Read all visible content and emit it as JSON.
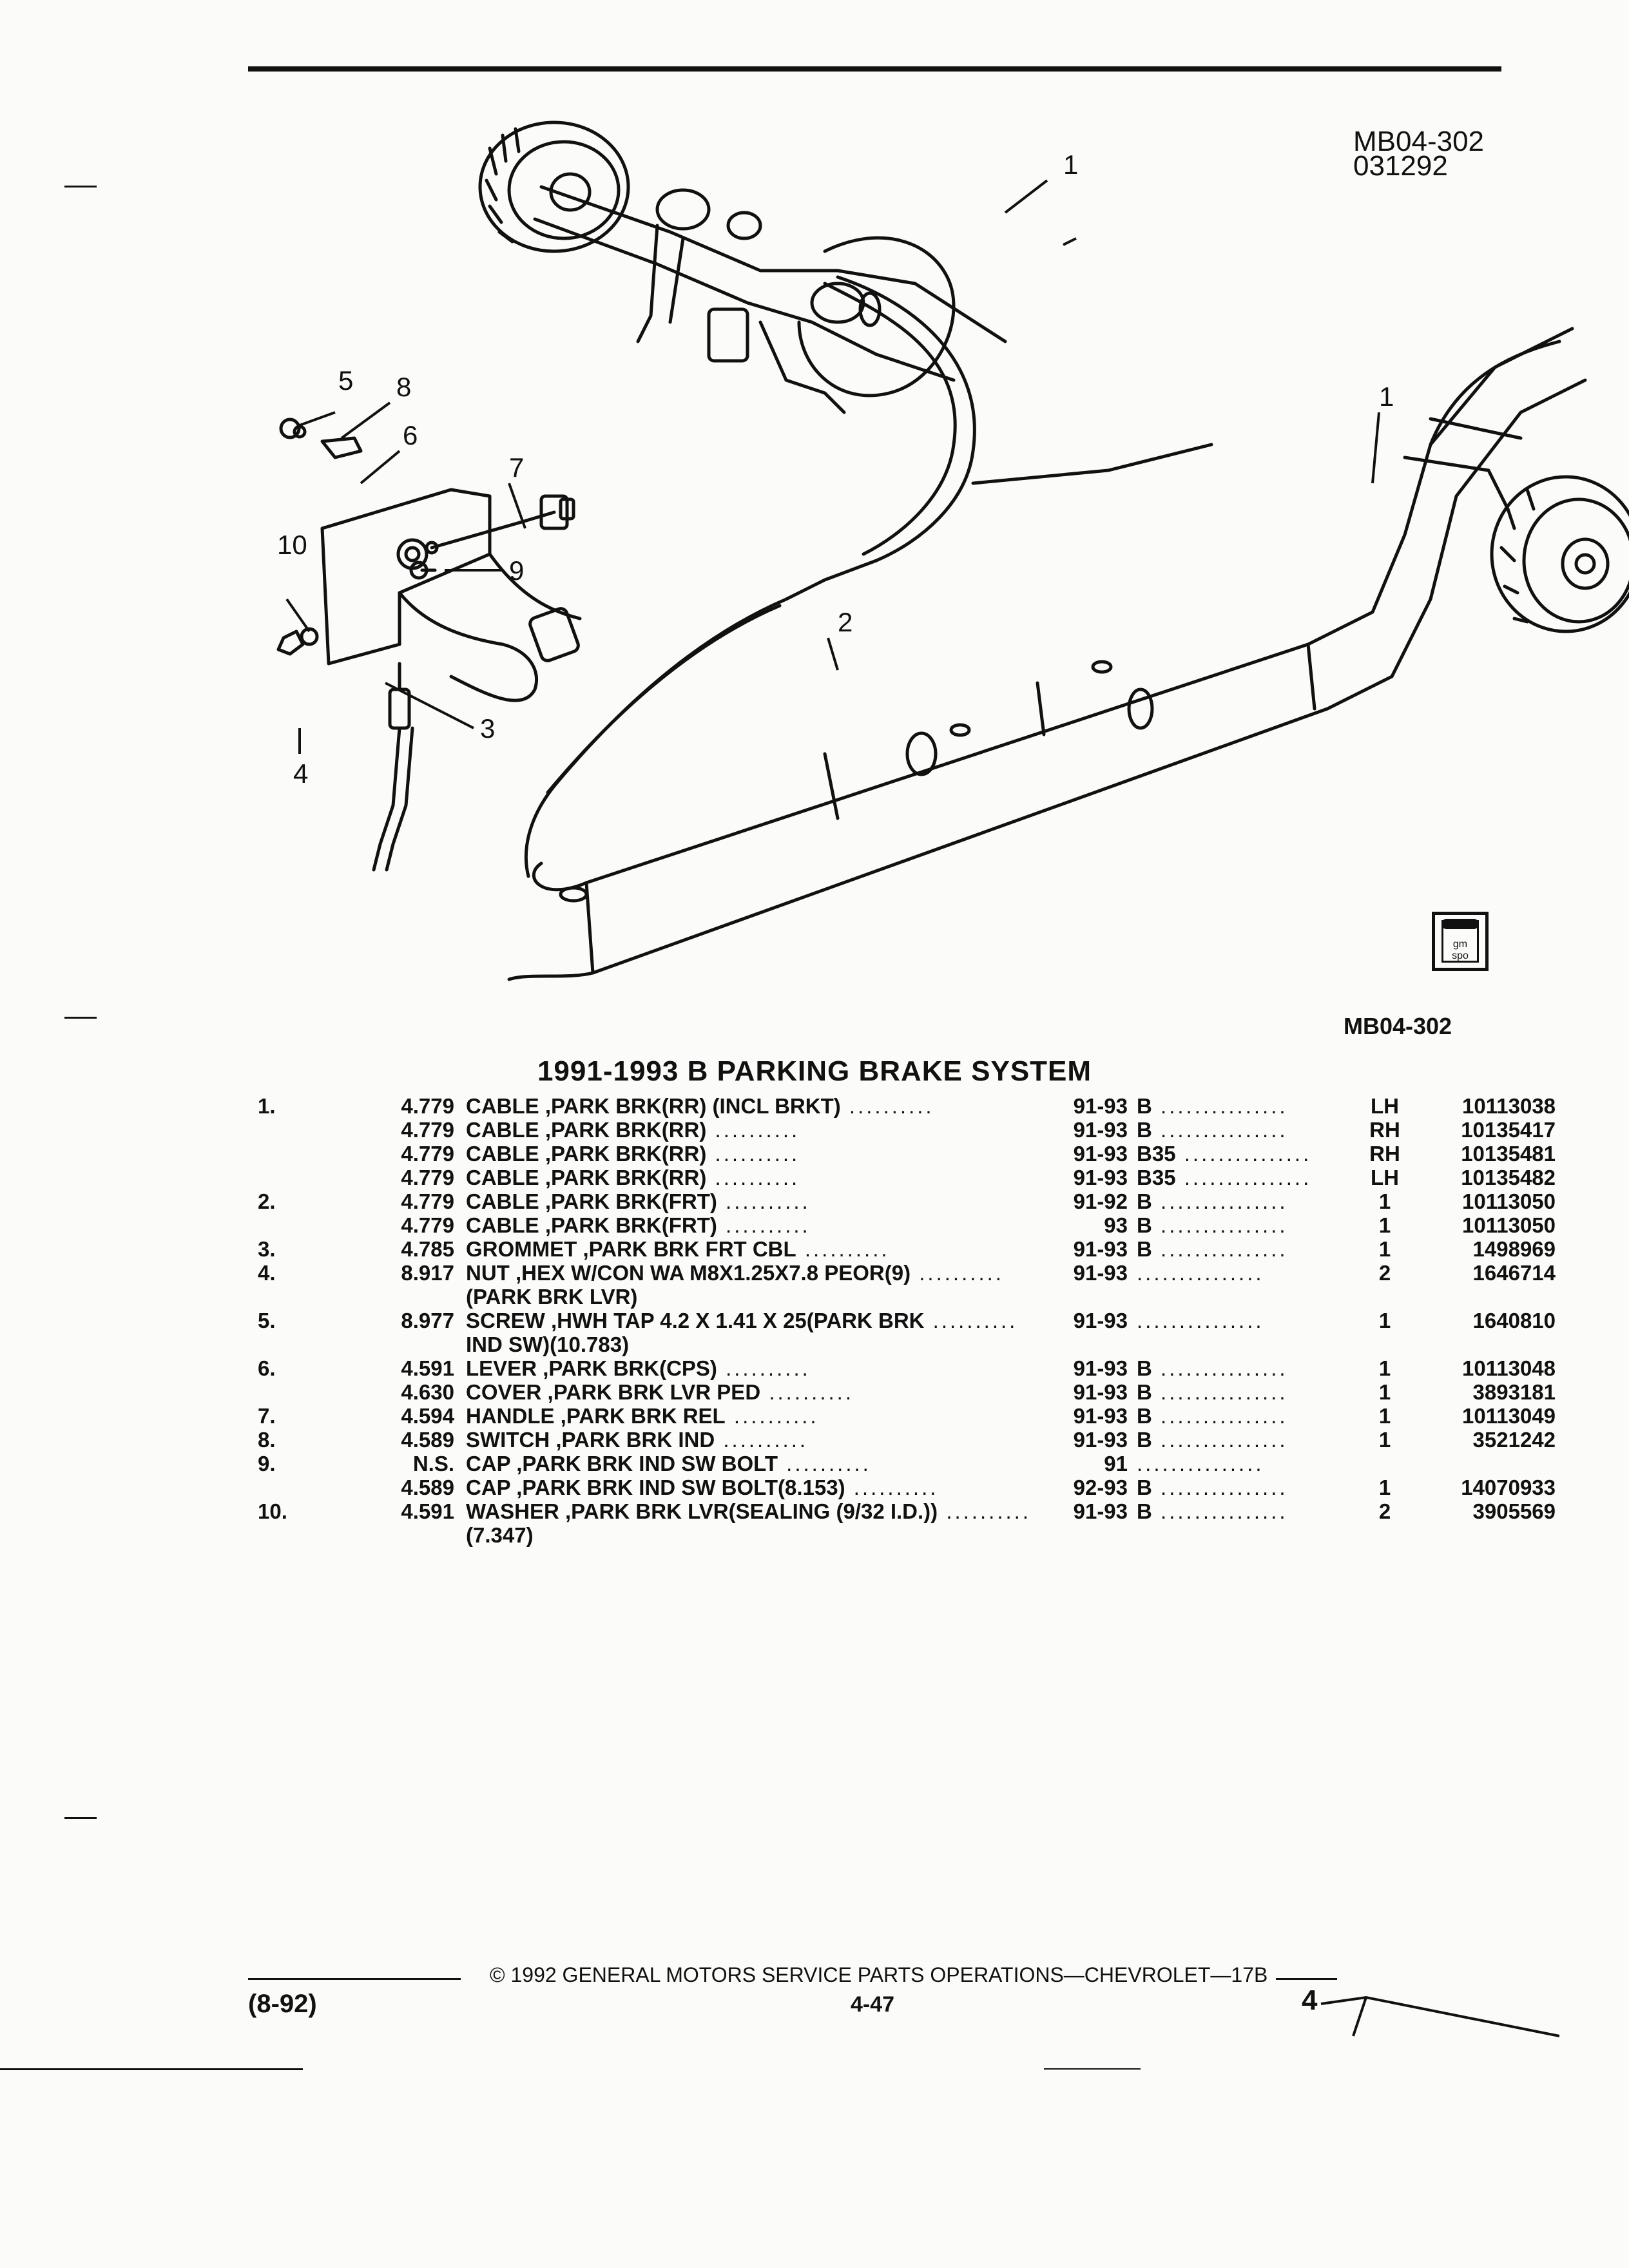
{
  "header": {
    "ref_code": "MB04-302",
    "ref_date": "031292"
  },
  "diagram": {
    "callouts": [
      "1",
      "1",
      "2",
      "3",
      "4",
      "5",
      "6",
      "7",
      "8",
      "9",
      "10"
    ],
    "logo_text": "gm spo",
    "figure_id": "MB04-302"
  },
  "title": "1991-1993 B PARKING BRAKE SYSTEM",
  "parts": [
    {
      "item": "1.",
      "code": "4.779",
      "desc": "CABLE ,PARK BRK(RR) (INCL BRKT)",
      "years": "91-93",
      "series": "B",
      "qty": "LH",
      "part": "10113038"
    },
    {
      "item": "",
      "code": "4.779",
      "desc": "CABLE ,PARK BRK(RR)",
      "years": "91-93",
      "series": "B",
      "qty": "RH",
      "part": "10135417"
    },
    {
      "item": "",
      "code": "4.779",
      "desc": "CABLE ,PARK BRK(RR)",
      "years": "91-93",
      "series": "B35",
      "qty": "RH",
      "part": "10135481"
    },
    {
      "item": "",
      "code": "4.779",
      "desc": "CABLE ,PARK BRK(RR)",
      "years": "91-93",
      "series": "B35",
      "qty": "LH",
      "part": "10135482"
    },
    {
      "item": "2.",
      "code": "4.779",
      "desc": "CABLE ,PARK BRK(FRT)",
      "years": "91-92",
      "series": "B",
      "qty": "1",
      "part": "10113050"
    },
    {
      "item": "",
      "code": "4.779",
      "desc": "CABLE ,PARK BRK(FRT)",
      "years": "93",
      "series": "B",
      "qty": "1",
      "part": "10113050"
    },
    {
      "item": "3.",
      "code": "4.785",
      "desc": "GROMMET ,PARK BRK FRT CBL",
      "years": "91-93",
      "series": "B",
      "qty": "1",
      "part": "1498969"
    },
    {
      "item": "4.",
      "code": "8.917",
      "desc": "NUT ,HEX W/CON WA M8X1.25X7.8 PEOR(9)",
      "years": "91-93",
      "series": "",
      "qty": "2",
      "part": "1646714"
    },
    {
      "item": "",
      "code": "",
      "desc": "(PARK BRK LVR)",
      "years": "",
      "series": "",
      "qty": "",
      "part": ""
    },
    {
      "item": "5.",
      "code": "8.977",
      "desc": "SCREW ,HWH TAP 4.2 X 1.41 X 25(PARK BRK",
      "years": "91-93",
      "series": "",
      "qty": "1",
      "part": "1640810"
    },
    {
      "item": "",
      "code": "",
      "desc": "IND SW)(10.783)",
      "years": "",
      "series": "",
      "qty": "",
      "part": ""
    },
    {
      "item": "6.",
      "code": "4.591",
      "desc": "LEVER ,PARK BRK(CPS)",
      "years": "91-93",
      "series": "B",
      "qty": "1",
      "part": "10113048"
    },
    {
      "item": "",
      "code": "4.630",
      "desc": "COVER ,PARK BRK LVR PED",
      "years": "91-93",
      "series": "B",
      "qty": "1",
      "part": "3893181"
    },
    {
      "item": "7.",
      "code": "4.594",
      "desc": "HANDLE ,PARK BRK REL",
      "years": "91-93",
      "series": "B",
      "qty": "1",
      "part": "10113049"
    },
    {
      "item": "8.",
      "code": "4.589",
      "desc": "SWITCH ,PARK BRK IND",
      "years": "91-93",
      "series": "B",
      "qty": "1",
      "part": "3521242"
    },
    {
      "item": "9.",
      "code": "N.S.",
      "desc": "CAP ,PARK BRK IND SW BOLT",
      "years": "91",
      "series": "",
      "qty": "",
      "part": ""
    },
    {
      "item": "",
      "code": "4.589",
      "desc": "CAP ,PARK BRK IND SW BOLT(8.153)",
      "years": "92-93",
      "series": "B",
      "qty": "1",
      "part": "14070933"
    },
    {
      "item": "10.",
      "code": "4.591",
      "desc": "WASHER ,PARK BRK LVR(SEALING (9/32 I.D.))",
      "years": "91-93",
      "series": "B",
      "qty": "2",
      "part": "3905569"
    },
    {
      "item": "",
      "code": "",
      "desc": "(7.347)",
      "years": "",
      "series": "",
      "qty": "",
      "part": ""
    }
  ],
  "footer": {
    "copyright": "© 1992 GENERAL MOTORS SERVICE PARTS OPERATIONS—CHEVROLET—17B",
    "revision": "(8-92)",
    "page": "4-47",
    "corner": "4"
  }
}
